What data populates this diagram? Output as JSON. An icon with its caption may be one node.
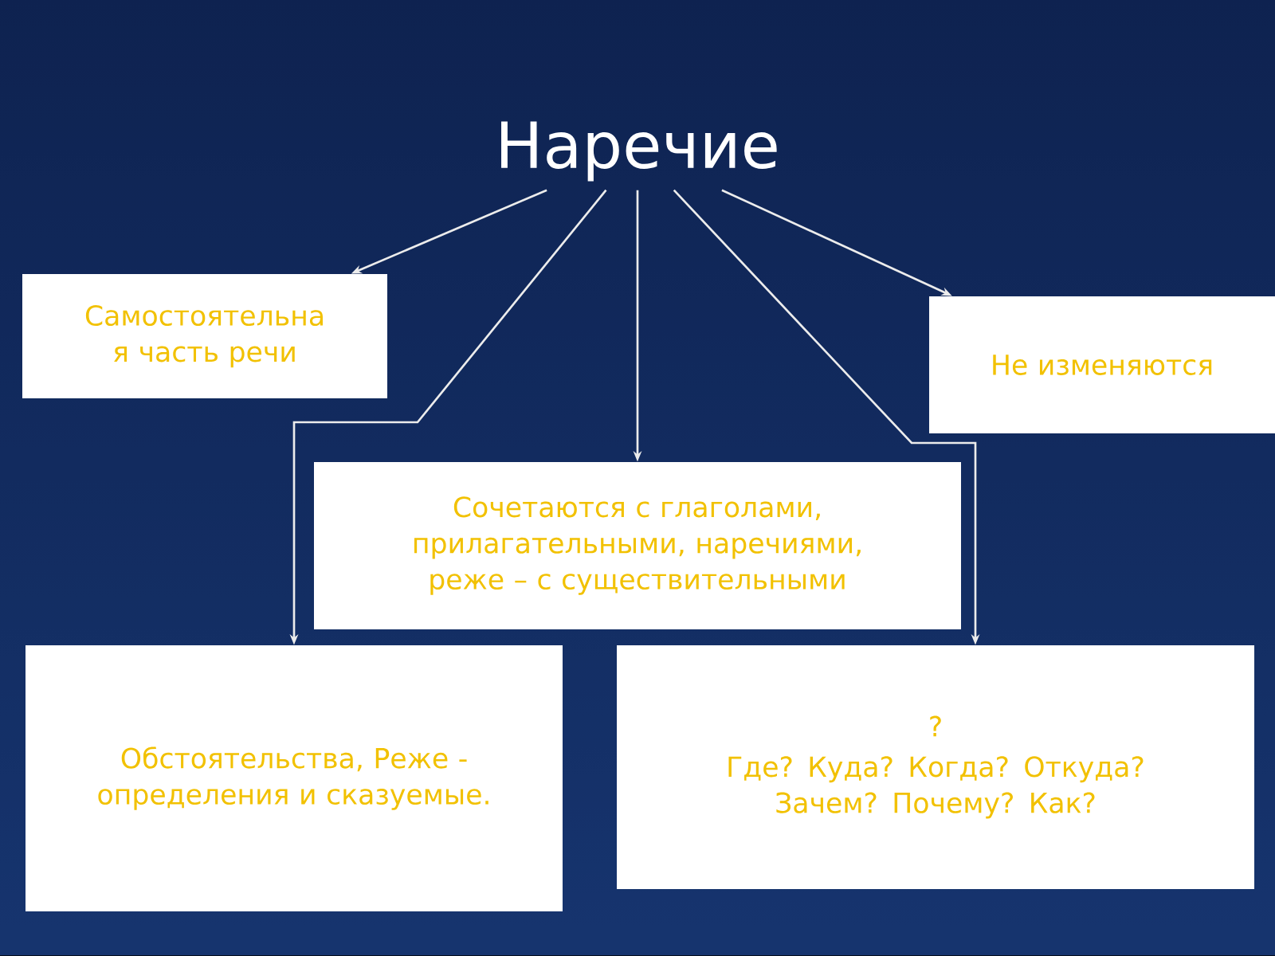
{
  "diagram": {
    "nodes": [
      {
        "text": [
          "Наречие"
        ]
      },
      {
        "text": [
          "Самостоятельна я часть речи"
        ]
      },
      {
        "text": [
          "Не изменяются"
        ]
      },
      {
        "text": [
          "Сочетаются с глаголами, прилагательными, наречиями, реже – с существительными"
        ]
      },
      {
        "text": [
          "Обстоятельства, Реже - определения и сказуемые."
        ]
      },
      {
        "text": [
          "?",
          "Где? Куда? Когда? Откуда? Зачем? Почему? Как?"
        ]
      }
    ],
    "edges": [
      {
        "from": 0,
        "to": 1,
        "arrow": "to"
      },
      {
        "from": 0,
        "to": 4,
        "arrow": "to"
      },
      {
        "from": 0,
        "to": 3,
        "arrow": "to"
      },
      {
        "from": 0,
        "to": 5,
        "arrow": "to"
      },
      {
        "from": 0,
        "to": 2,
        "arrow": "to"
      }
    ]
  }
}
